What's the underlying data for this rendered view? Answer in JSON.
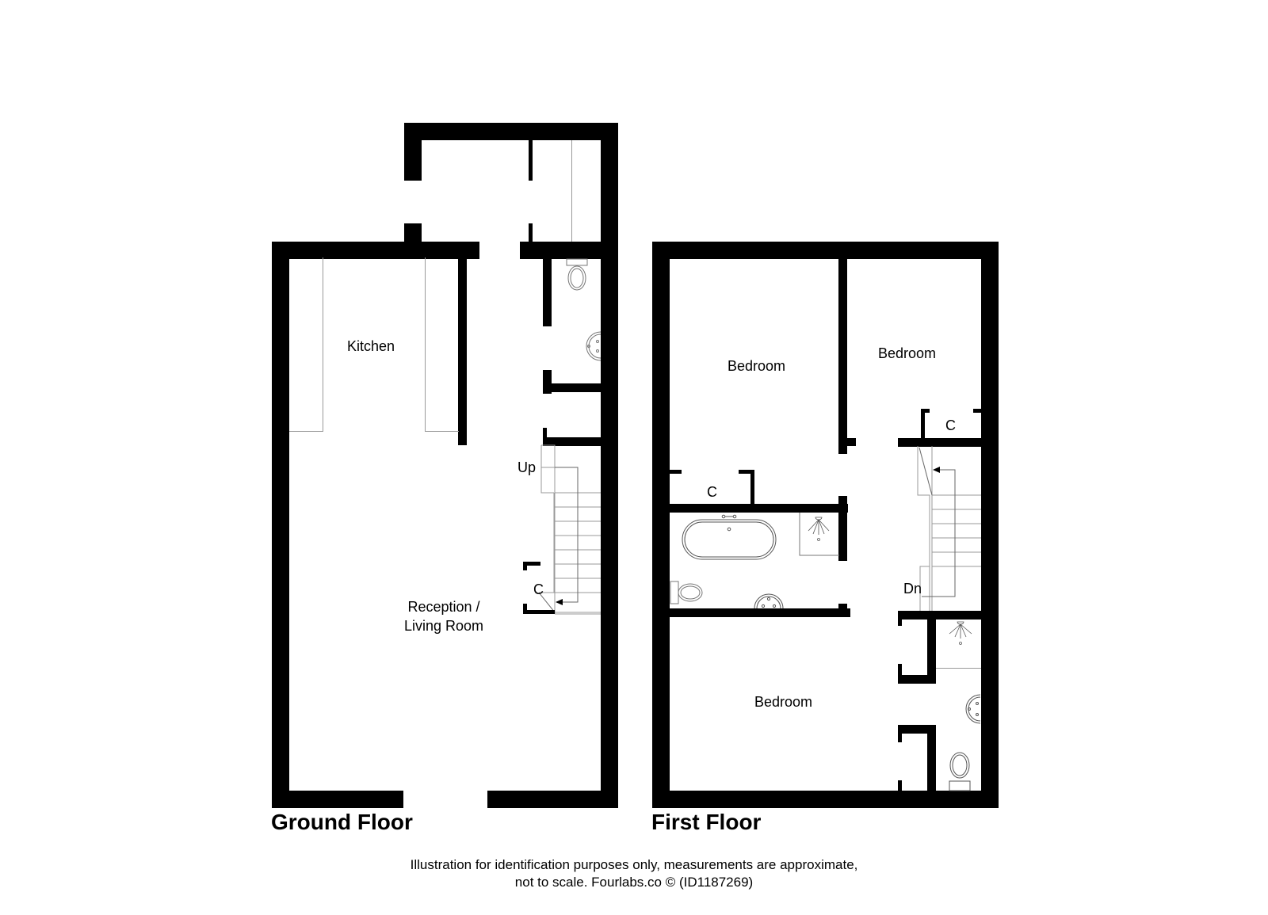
{
  "floors": [
    {
      "title": "Ground Floor",
      "rooms": [
        {
          "label": "Kitchen"
        },
        {
          "label": "Reception /"
        },
        {
          "label": "Living Room"
        }
      ],
      "annotations": {
        "stairs": "Up",
        "cupboard": "C"
      }
    },
    {
      "title": "First Floor",
      "rooms": [
        {
          "label": "Bedroom"
        },
        {
          "label": "Bedroom"
        },
        {
          "label": "Bedroom"
        }
      ],
      "annotations": {
        "stairs": "Dn",
        "cupboard_1": "C",
        "cupboard_2": "C"
      }
    }
  ],
  "footer": {
    "line1": "Illustration for identification purposes only, measurements are approximate,",
    "line2": "not to scale. Fourlabs.co © (ID1187269)"
  },
  "colors": {
    "wall": "#000000",
    "fixture_line": "#999999",
    "background": "#ffffff"
  }
}
